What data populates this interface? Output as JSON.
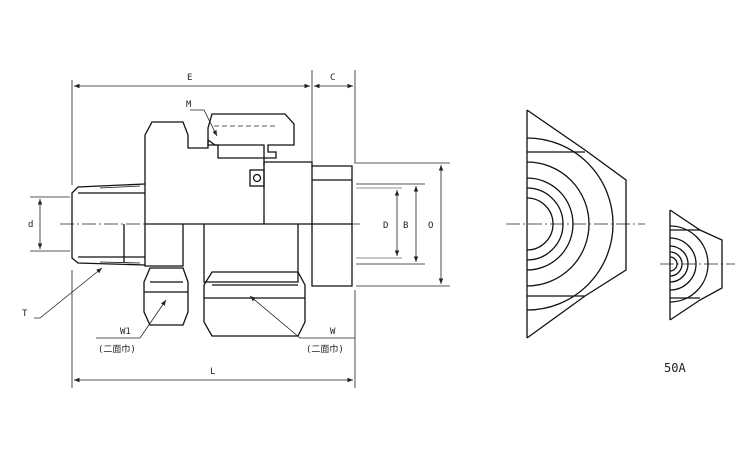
{
  "labels": {
    "E": "E",
    "C": "C",
    "M": "M",
    "d": "d",
    "D": "D",
    "B": "B",
    "O": "O",
    "T": "T",
    "W1": "W1",
    "W1_note": "(二面巾)",
    "W": "W",
    "W_note": "(二面巾)",
    "L": "L",
    "view_caption": "50A"
  },
  "colors": {
    "line": "#111111",
    "background": "#ffffff"
  }
}
